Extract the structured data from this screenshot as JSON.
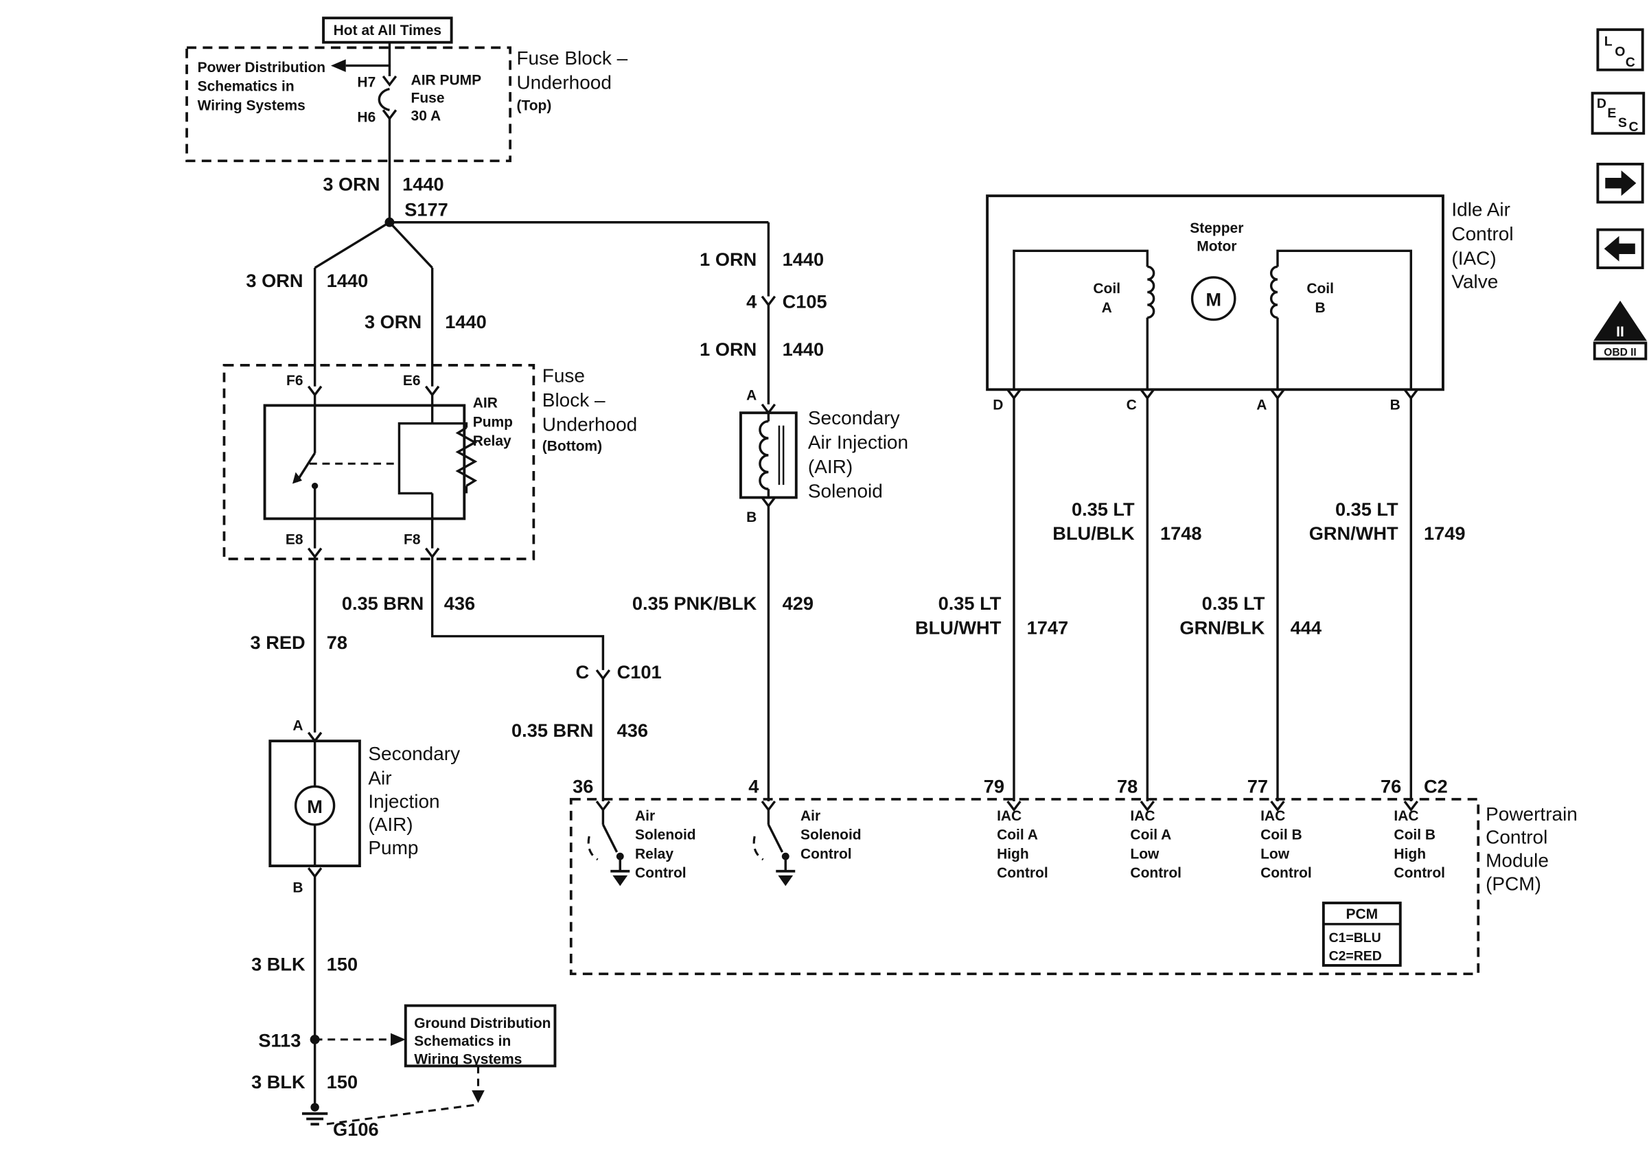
{
  "colors": {
    "ink": "#111111",
    "paper": "#ffffff"
  },
  "top_feed": {
    "hot_label": "Hot at All Times",
    "power_dist_lines": [
      "Power Distribution",
      "Schematics in",
      "Wiring Systems"
    ],
    "h7": "H7",
    "h6": "H6",
    "fuse_lines": [
      "AIR PUMP",
      "Fuse",
      "30 A"
    ],
    "fuse_block_top_lines": [
      "Fuse Block –",
      "Underhood",
      "(Top)"
    ]
  },
  "connectors": {
    "s177": "S177",
    "s113": "S113",
    "c105_pin": "4",
    "c105": "C105",
    "c101_pin": "C",
    "c101": "C101",
    "g106": "G106"
  },
  "wires": {
    "feed": {
      "name": "3 ORN",
      "circuit": "1440"
    },
    "feed_left": {
      "name": "3 ORN",
      "circuit": "1440"
    },
    "feed_right": {
      "name": "3 ORN",
      "circuit": "1440"
    },
    "sol_upper": {
      "name": "1 ORN",
      "circuit": "1440"
    },
    "sol_lower": {
      "name": "1 ORN",
      "circuit": "1440"
    },
    "sol_control": {
      "name": "0.35 PNK/BLK",
      "circuit": "429"
    },
    "relay_ctl_upper": {
      "name": "0.35 BRN",
      "circuit": "436"
    },
    "relay_ctl_lower": {
      "name": "0.35 BRN",
      "circuit": "436"
    },
    "pump_feed": {
      "name": "3 RED",
      "circuit": "78"
    },
    "gnd_upper": {
      "name": "3 BLK",
      "circuit": "150"
    },
    "gnd_lower": {
      "name": "3 BLK",
      "circuit": "150"
    },
    "iac_d": {
      "name1": "0.35 LT",
      "name2": "BLU/WHT",
      "circuit": "1747"
    },
    "iac_c": {
      "name1": "0.35 LT",
      "name2": "BLU/BLK",
      "circuit": "1748"
    },
    "iac_a": {
      "name1": "0.35 LT",
      "name2": "GRN/BLK",
      "circuit": "444"
    },
    "iac_b": {
      "name1": "0.35 LT",
      "name2": "GRN/WHT",
      "circuit": "1749"
    }
  },
  "relay_block": {
    "f6": "F6",
    "e6": "E6",
    "e8": "E8",
    "f8": "F8",
    "name_lines": [
      "AIR",
      "Pump",
      "Relay"
    ],
    "label_lines": [
      "Fuse",
      "Block –",
      "Underhood",
      "(Bottom)"
    ]
  },
  "air_solenoid": {
    "term_a": "A",
    "term_b": "B",
    "label_lines": [
      "Secondary",
      "Air Injection",
      "(AIR)",
      "Solenoid"
    ]
  },
  "air_pump": {
    "term_a": "A",
    "term_b": "B",
    "motor": "M",
    "label_lines": [
      "Secondary",
      "Air",
      "Injection",
      "(AIR)",
      "Pump"
    ]
  },
  "ground_ref_lines": [
    "Ground Distribution",
    "Schematics in",
    "Wiring Systems"
  ],
  "iac_valve": {
    "stepper_lines": [
      "Stepper",
      "Motor"
    ],
    "motor": "M",
    "coil_a_lines": [
      "Coil",
      "A"
    ],
    "coil_b_lines": [
      "Coil",
      "B"
    ],
    "label_lines": [
      "Idle Air",
      "Control",
      "(IAC)",
      "Valve"
    ],
    "term_d": "D",
    "term_c": "C",
    "term_a": "A",
    "term_b": "B"
  },
  "pcm": {
    "pin36": "36",
    "pin4": "4",
    "pin79": "79",
    "pin78": "78",
    "pin77": "77",
    "pin76": "76",
    "c2": "C2",
    "fn36_lines": [
      "Air",
      "Solenoid",
      "Relay",
      "Control"
    ],
    "fn4_lines": [
      "Air",
      "Solenoid",
      "Control"
    ],
    "fn79_lines": [
      "IAC",
      "Coil A",
      "High",
      "Control"
    ],
    "fn78_lines": [
      "IAC",
      "Coil A",
      "Low",
      "Control"
    ],
    "fn77_lines": [
      "IAC",
      "Coil B",
      "Low",
      "Control"
    ],
    "fn76_lines": [
      "IAC",
      "Coil B",
      "High",
      "Control"
    ],
    "legend_title": "PCM",
    "legend_c1": "C1=BLU",
    "legend_c2": "C2=RED",
    "label_lines": [
      "Powertrain",
      "Control",
      "Module",
      "(PCM)"
    ]
  },
  "nav": {
    "loc_letters": [
      "L",
      "O",
      "C"
    ],
    "desc_letters": [
      "D",
      "E",
      "S",
      "C"
    ],
    "obd_tri": "II",
    "obd_bar": "OBD II"
  }
}
